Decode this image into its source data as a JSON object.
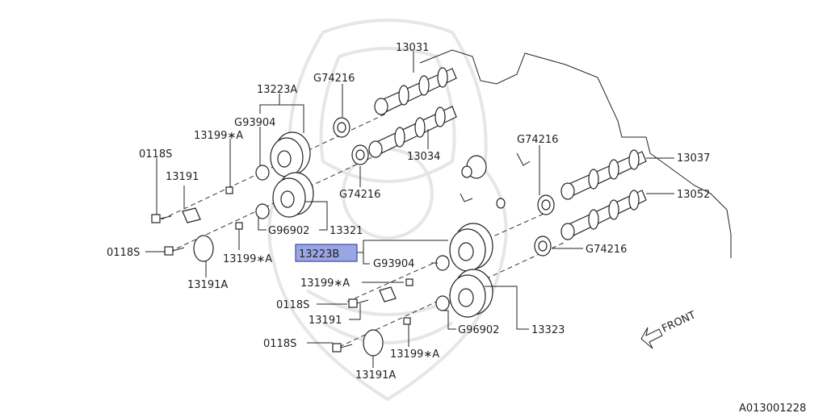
{
  "labels": {
    "p13031": "13031",
    "p13223a": "13223A",
    "pg74216_top": "G74216",
    "pg93904_top": "G93904",
    "p13199a_top": "13199∗A",
    "p0118s_top": "0118S",
    "p13191_top": "13191",
    "pg74216_mid": "G74216",
    "p13034": "13034",
    "pg96902_top": "G96902",
    "p13321": "13321",
    "p0118s_mid": "0118S",
    "p13199a_mid": "13199∗A",
    "p13191a_mid": "13191A",
    "pg74216_right": "G74216",
    "p13037": "13037",
    "p13052": "13052",
    "pg74216_low": "G74216",
    "p13223b": "13223B",
    "pg93904_low": "G93904",
    "p13199a_low1": "13199∗A",
    "p0118s_low1": "0118S",
    "p13191_low": "13191",
    "pg96902_low": "G96902",
    "p13323": "13323",
    "p0118s_low2": "0118S",
    "p13199a_low2": "13199∗A",
    "p13191a_low": "13191A",
    "front": "FRONT",
    "diagram_id": "A013001228"
  },
  "colors": {
    "line": "#222222",
    "highlight_fill": "#9aa6e4",
    "highlight_border": "#3a4aa8",
    "watermark": "#e6e6e6"
  },
  "icons": {
    "front_arrow": "front-arrow-icon"
  }
}
